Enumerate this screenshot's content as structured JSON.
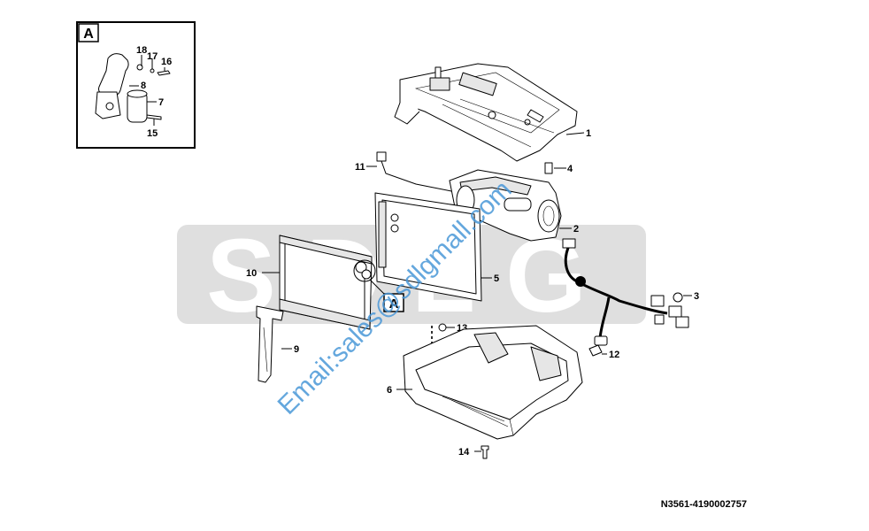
{
  "detail": {
    "label": "A"
  },
  "callout": {
    "label": "A"
  },
  "parts": [
    {
      "n": "1"
    },
    {
      "n": "2"
    },
    {
      "n": "3"
    },
    {
      "n": "4"
    },
    {
      "n": "5"
    },
    {
      "n": "6"
    },
    {
      "n": "7"
    },
    {
      "n": "8"
    },
    {
      "n": "9"
    },
    {
      "n": "10"
    },
    {
      "n": "11"
    },
    {
      "n": "12"
    },
    {
      "n": "13"
    },
    {
      "n": "14"
    },
    {
      "n": "15"
    },
    {
      "n": "16"
    },
    {
      "n": "17"
    },
    {
      "n": "18"
    }
  ],
  "watermark": {
    "logo": "SDLG",
    "email": "Email:sales@sdlgmall.com"
  },
  "drawing_number": "N3561-4190002757"
}
